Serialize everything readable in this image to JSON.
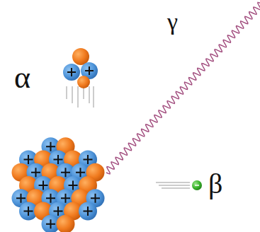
{
  "diagram": {
    "labels": [
      "α",
      "γ",
      "β"
    ]
  }
}
